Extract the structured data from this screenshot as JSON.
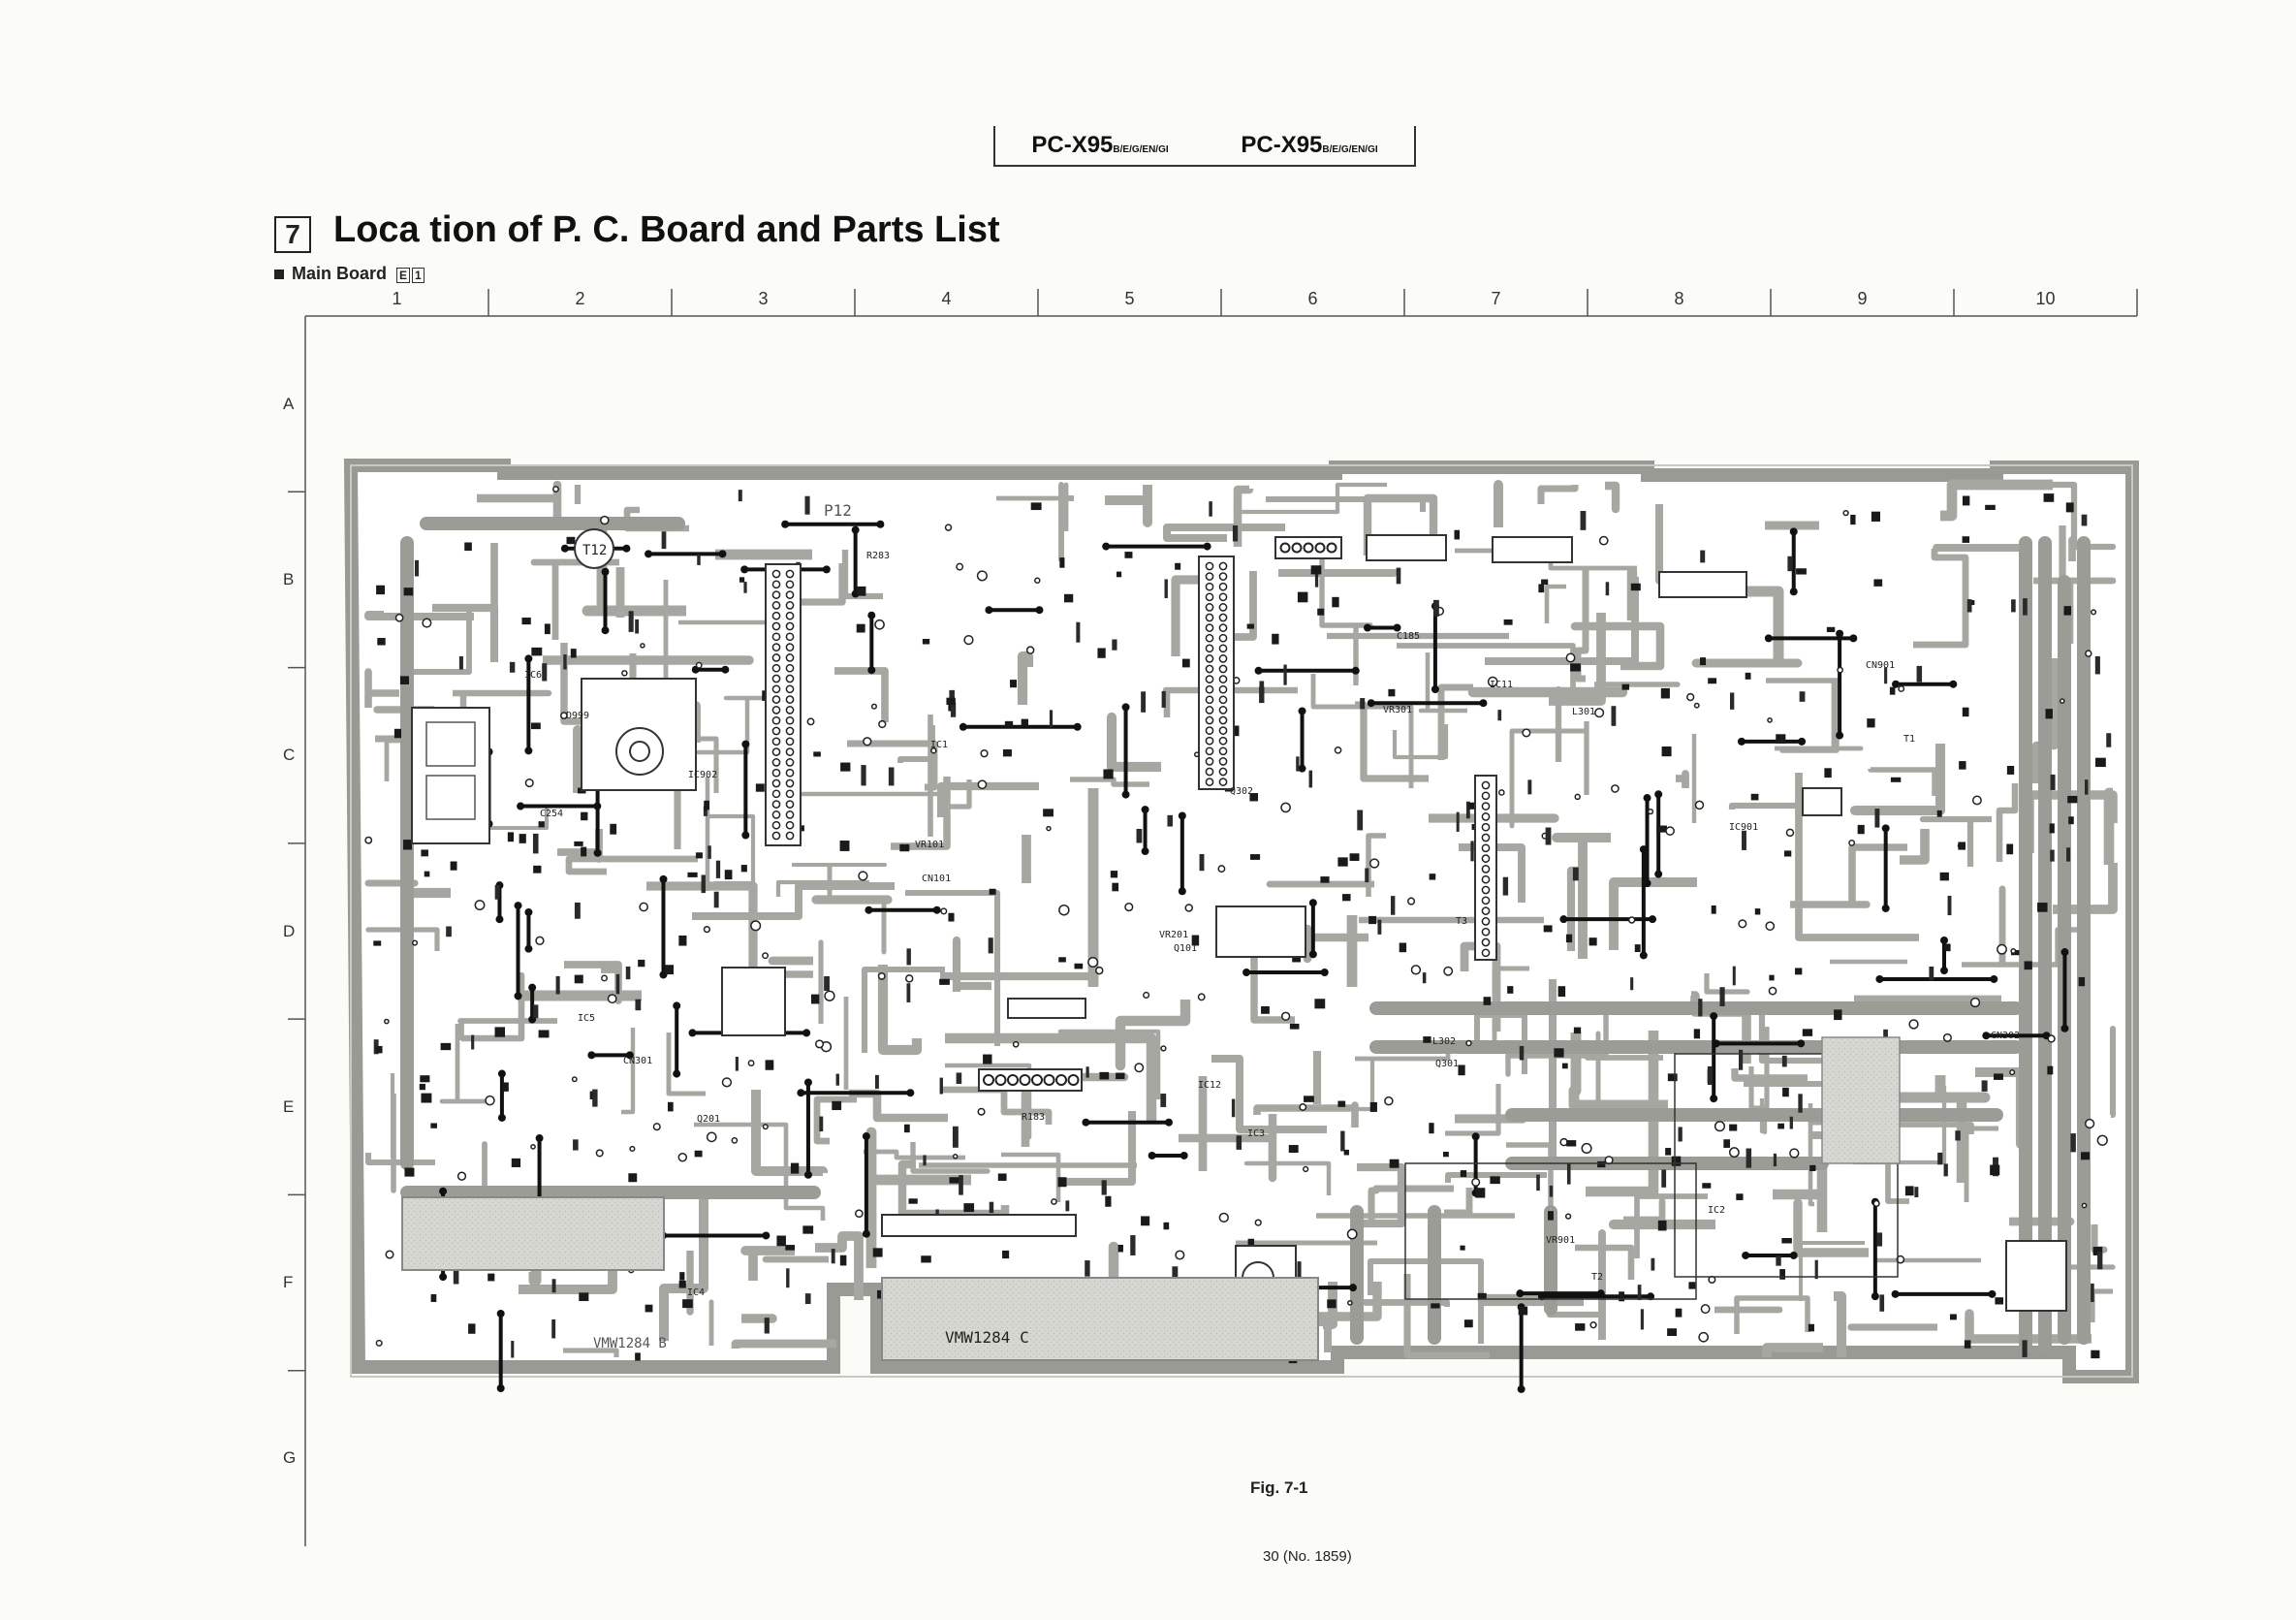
{
  "header": {
    "models": [
      {
        "name": "PC-X95",
        "suffix": "B/E/G/EN/GI"
      },
      {
        "name": "PC-X95",
        "suffix": "B/E/G/EN/GI"
      }
    ]
  },
  "section": {
    "number": "7",
    "title": "Loca tion of P. C. Board and Parts List",
    "subsection": "Main Board",
    "subsection_tags": [
      "E",
      "1"
    ]
  },
  "grid": {
    "columns": [
      "1",
      "2",
      "3",
      "4",
      "5",
      "6",
      "7",
      "8",
      "9",
      "10"
    ],
    "rows": [
      "A",
      "B",
      "C",
      "D",
      "E",
      "F",
      "G"
    ]
  },
  "board": {
    "board_markings": [
      "VMW1284 B",
      "VMW1284 C",
      "P12",
      "T12"
    ],
    "component_labels": [
      "IC1",
      "IC2",
      "IC3",
      "IC4",
      "IC5",
      "IC6",
      "IC11",
      "IC12",
      "IC901",
      "IC902",
      "CN101",
      "CN301",
      "CN302",
      "CN901",
      "VR101",
      "VR201",
      "VR301",
      "VR901",
      "T1",
      "T2",
      "T3",
      "L301",
      "L302",
      "Q101",
      "Q201",
      "Q301",
      "Q302",
      "C185",
      "C254",
      "D999",
      "R183",
      "R283"
    ]
  },
  "caption": "Fig. 7-1",
  "footer": {
    "page": "30 (No. 1859)"
  }
}
